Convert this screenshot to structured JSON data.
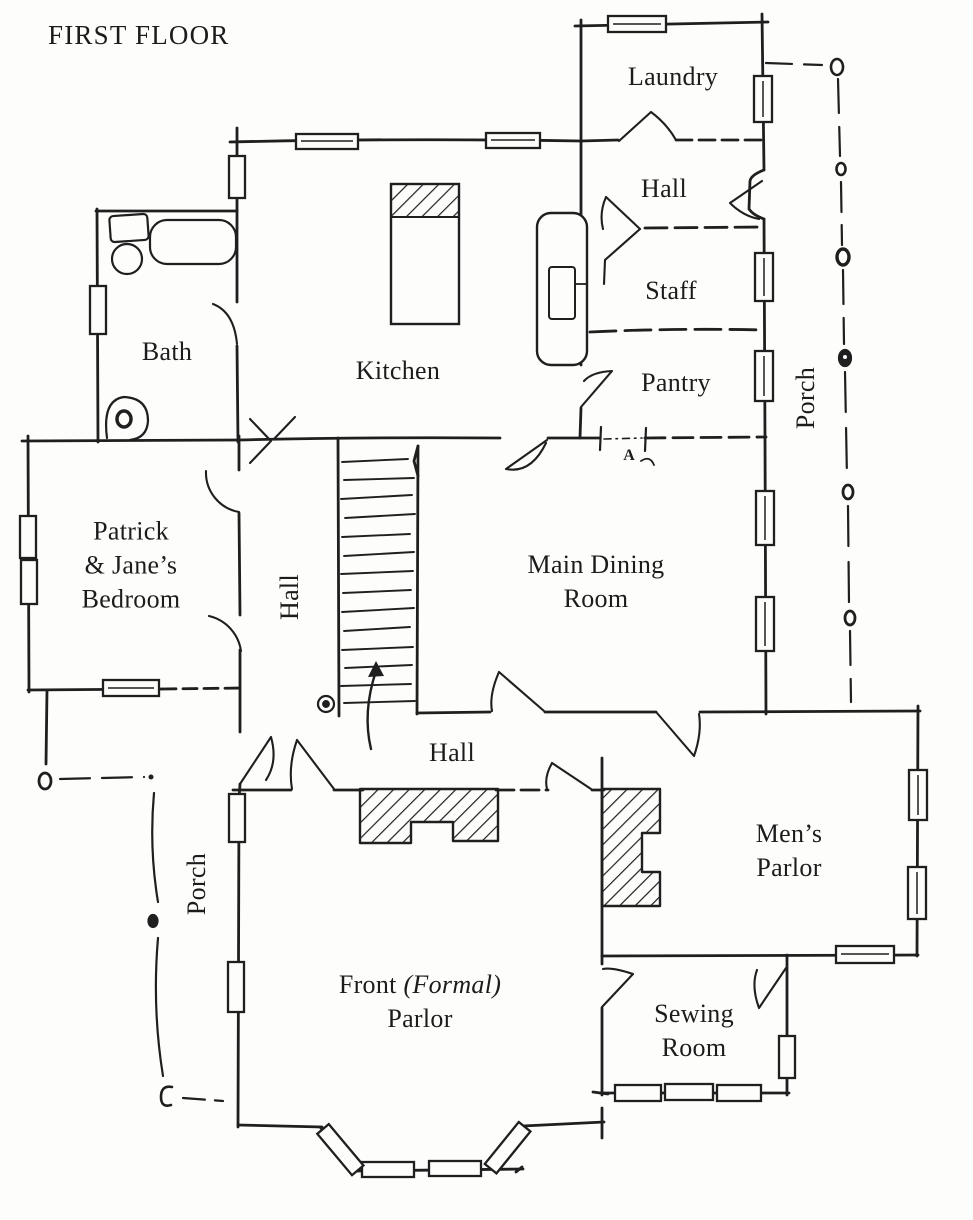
{
  "title": "FIRST FLOOR",
  "rooms": {
    "laundry": {
      "label": "Laundry"
    },
    "hall_upper": {
      "label": "Hall"
    },
    "staff": {
      "label": "Staff"
    },
    "pantry": {
      "label": "Pantry"
    },
    "porch_right": {
      "label": "Porch"
    },
    "bath": {
      "label": "Bath"
    },
    "kitchen": {
      "label": "Kitchen"
    },
    "bedroom": {
      "line1": "Patrick",
      "line2": "& Jane’s",
      "line3": "Bedroom"
    },
    "hall_center": {
      "label": "Hall"
    },
    "dining": {
      "line1": "Main Dining",
      "line2": "Room"
    },
    "hall_lower": {
      "label": "Hall"
    },
    "mens_parlor": {
      "line1": "Men’s",
      "line2": "Parlor"
    },
    "porch_left": {
      "label": "Porch"
    },
    "front_parlor": {
      "word1": "Front",
      "word2": "(Formal)",
      "line2": "Parlor"
    },
    "sewing": {
      "line1": "Sewing",
      "line2": "Room"
    }
  },
  "markers": {
    "door_a": "A"
  },
  "colors": {
    "ink": "#1f1f1f",
    "paper": "#fdfdfc"
  }
}
